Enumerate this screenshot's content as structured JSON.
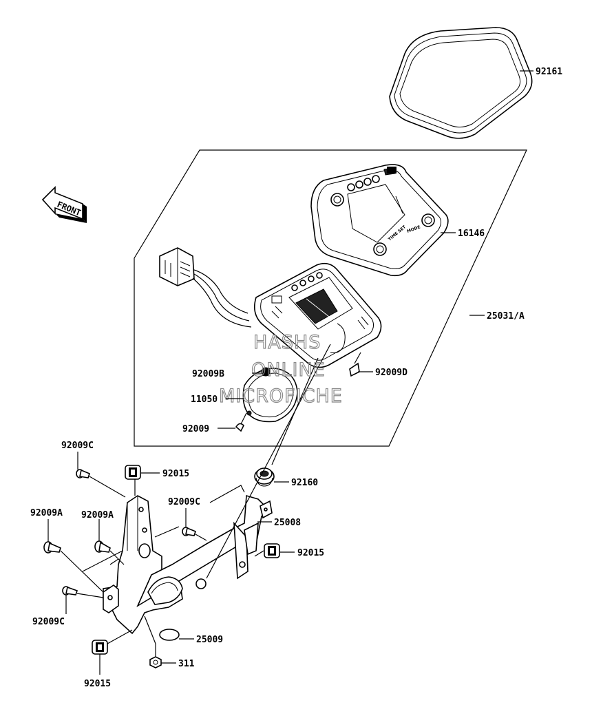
{
  "diagram": {
    "front_arrow": "FRONT",
    "watermark": [
      "HASHS",
      "ONLINE",
      "MICROFICHE"
    ],
    "meter_buttons": {
      "time_set": "TIME SET",
      "mode": "MODE"
    },
    "labels": {
      "p92161": "92161",
      "p16146": "16146",
      "p25031a": "25031/A",
      "p92009b": "92009B",
      "p92009d": "92009D",
      "p11050": "11050",
      "p92009": "92009",
      "p92009c_top": "92009C",
      "p92015_top": "92015",
      "p92160": "92160",
      "p92009c_mid": "92009C",
      "p25008": "25008",
      "p92009a_left": "92009A",
      "p92009a_mid": "92009A",
      "p92015_right": "92015",
      "p92009c_bottom": "92009C",
      "p25009": "25009",
      "p311": "311",
      "p92015_bottom": "92015"
    }
  }
}
